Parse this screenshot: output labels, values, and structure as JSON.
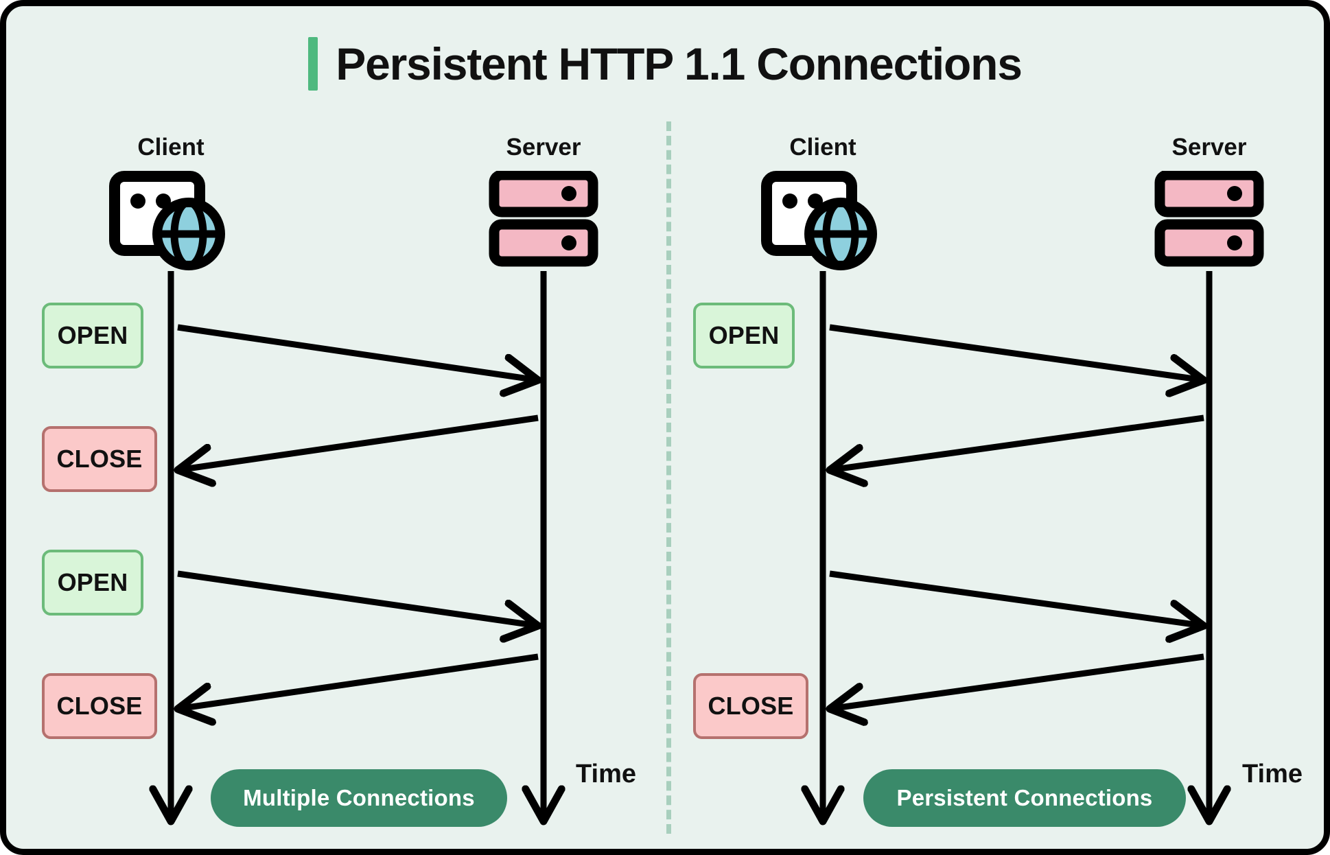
{
  "figure": {
    "title": "Persistent HTTP 1.1 Connections",
    "accent_color": "#4fb97f",
    "background_color": "#e9f2ee",
    "border_color": "#000000",
    "divider_color": "#a8cfbd"
  },
  "colors": {
    "open_fill": "#d9f5d9",
    "open_border": "#6cbb7a",
    "close_fill": "#fbc9c9",
    "close_border": "#b5716e",
    "pill_fill": "#3a8a6a",
    "pill_text": "#ffffff",
    "globe_fill": "#8ed0de",
    "server_fill": "#f4b8c4",
    "line_color": "#000000"
  },
  "panels": [
    {
      "id": "multiple-connections",
      "caption": "Multiple Connections",
      "time_label": "Time",
      "actors": [
        {
          "id": "client",
          "label": "Client",
          "icon": "browser-globe-icon"
        },
        {
          "id": "server",
          "label": "Server",
          "icon": "server-rack-icon"
        }
      ],
      "badges": [
        {
          "label": "OPEN",
          "type": "open"
        },
        {
          "label": "CLOSE",
          "type": "close"
        },
        {
          "label": "OPEN",
          "type": "open"
        },
        {
          "label": "CLOSE",
          "type": "close"
        }
      ],
      "messages": [
        {
          "direction": "client-to-server"
        },
        {
          "direction": "server-to-client"
        },
        {
          "direction": "client-to-server"
        },
        {
          "direction": "server-to-client"
        }
      ]
    },
    {
      "id": "persistent-connections",
      "caption": "Persistent Connections",
      "time_label": "Time",
      "actors": [
        {
          "id": "client",
          "label": "Client",
          "icon": "browser-globe-icon"
        },
        {
          "id": "server",
          "label": "Server",
          "icon": "server-rack-icon"
        }
      ],
      "badges": [
        {
          "label": "OPEN",
          "type": "open"
        },
        {
          "label": "CLOSE",
          "type": "close"
        }
      ],
      "messages": [
        {
          "direction": "client-to-server"
        },
        {
          "direction": "server-to-client"
        },
        {
          "direction": "client-to-server"
        },
        {
          "direction": "server-to-client"
        }
      ]
    }
  ]
}
